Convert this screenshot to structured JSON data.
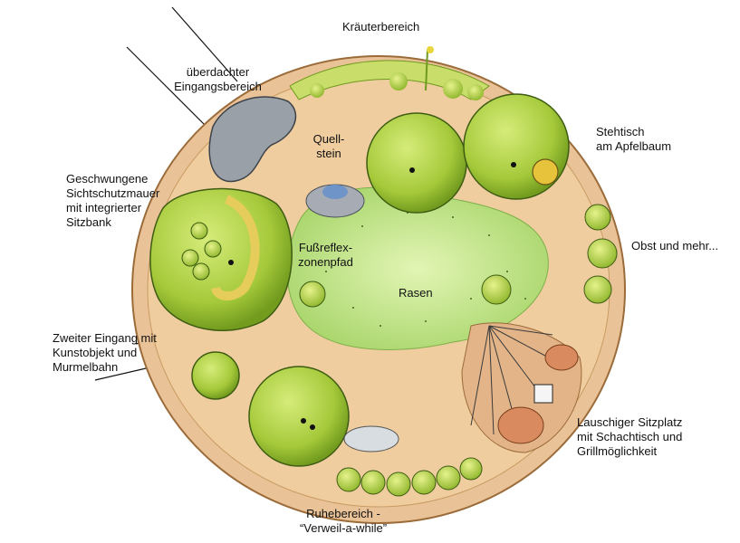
{
  "labels": {
    "kraeuter": "Kräuterbereich",
    "eingang": "überdachter\nEingangsbereich",
    "mauer": "Geschwungene\nSichtschutzmauer\nmit integrierter\nSitzbank",
    "quellstein": "Quell-\nstein",
    "fussreflex": "Fußreflex-\nzonenpfad",
    "rasen": "Rasen",
    "stehtisch": "Stehtisch\nam Apfelbaum",
    "obst": "Obst und mehr...",
    "zweiter": "Zweiter Eingang mit\nKunstobjekt und\nMurmelbahn",
    "lauschig": "Lauschiger Sitzplatz\nmit Schachtisch und\nGrillmöglichkeit",
    "ruhe": "Ruhebereich -\n“Verweil-a-while”"
  },
  "colors": {
    "path": "#e9c397",
    "path_edge": "#9b6b3a",
    "lawn": "#b9e07a",
    "lawn_light": "#d7f0a2",
    "tree": "#a9cd3c",
    "tree_dark": "#6f9a1e",
    "shrub": "#c3dc47",
    "stone": "#9aa0a8",
    "water": "#6f94c8",
    "wood": "#8a5a2b"
  }
}
